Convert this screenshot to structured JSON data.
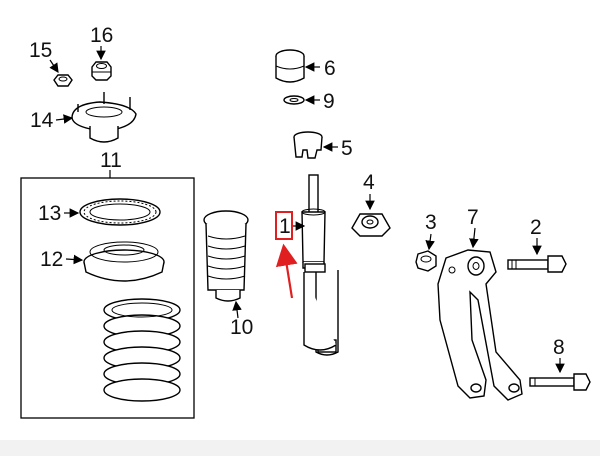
{
  "callouts": {
    "c1": "1",
    "c2": "2",
    "c3": "3",
    "c4": "4",
    "c5": "5",
    "c6": "6",
    "c7": "7",
    "c8": "8",
    "c9": "9",
    "c10": "10",
    "c11": "11",
    "c12": "12",
    "c13": "13",
    "c14": "14",
    "c15": "15",
    "c16": "16"
  },
  "highlight": {
    "callout": "1",
    "box_color": "#e02020",
    "arrow_color": "#e02020"
  },
  "colors": {
    "line": "#000000",
    "background": "#ffffff",
    "footer_band": "#f2f2f2"
  }
}
